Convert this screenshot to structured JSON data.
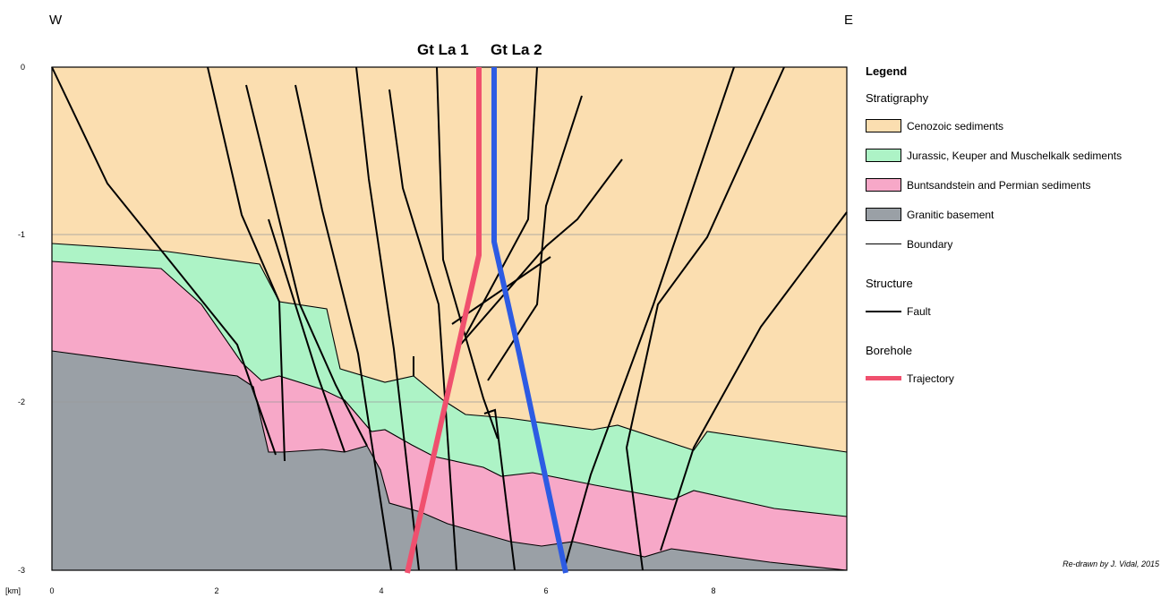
{
  "orientation": {
    "west": "W",
    "east": "E"
  },
  "wells": [
    {
      "name": "Gt La 1",
      "color": "#f0506e"
    },
    {
      "name": "Gt La 2",
      "color": "#2d5be3"
    }
  ],
  "axes": {
    "unit": "[km]",
    "x_ticks": [
      "0",
      "2",
      "4",
      "6",
      "8"
    ],
    "y_ticks": [
      "0",
      "-1",
      "-2",
      "-3"
    ]
  },
  "colors": {
    "cenozoic": "#fbdeb0",
    "jurassic": "#adf3c6",
    "buntsandstein": "#f7a8c8",
    "granite": "#9aa0a6",
    "boundary": "#000000"
  },
  "legend": {
    "title": "Legend",
    "stratigraphy": {
      "heading": "Stratigraphy",
      "items": [
        {
          "label": "Cenozoic sediments",
          "color": "#fbdeb0"
        },
        {
          "label": "Jurassic, Keuper and Muschelkalk sediments",
          "color": "#adf3c6"
        },
        {
          "label": "Buntsandstein and Permian sediments",
          "color": "#f7a8c8"
        },
        {
          "label": "Granitic basement",
          "color": "#9aa0a6"
        }
      ],
      "boundary_label": "Boundary"
    },
    "structure": {
      "heading": "Structure",
      "fault_label": "Fault"
    },
    "borehole": {
      "heading": "Borehole",
      "trajectory_label": "Trajectory",
      "color": "#f0506e"
    }
  },
  "credit": "Re-drawn by J. Vidal, 2015"
}
